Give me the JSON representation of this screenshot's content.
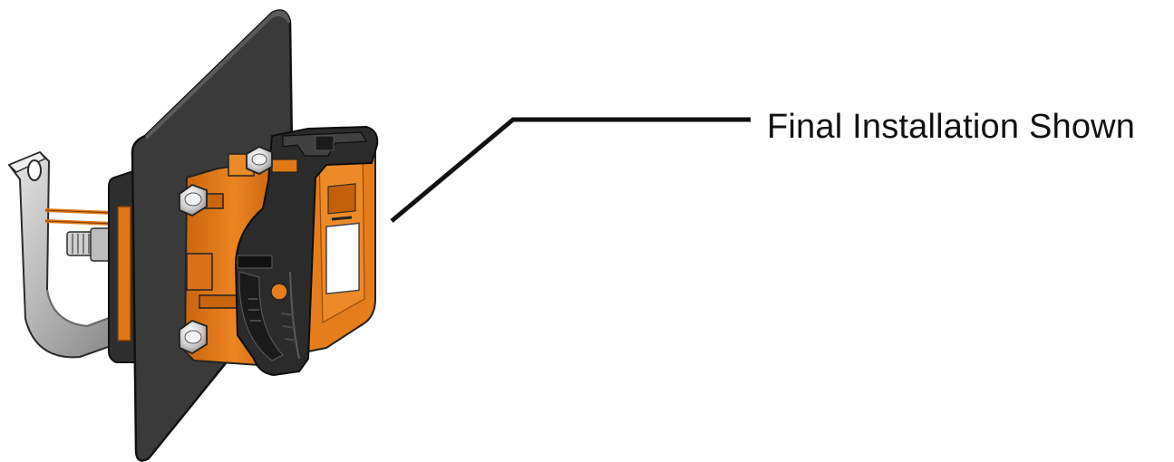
{
  "callout": {
    "label": "Final Installation Shown"
  },
  "colors": {
    "plate": "#3c3c3c",
    "plate_edge": "#1a1a1a",
    "connector_orange": "#e07818",
    "connector_orange_dark": "#b35a08",
    "cover_black": "#2a2a2a",
    "bracket_gray": "#b9b9b9",
    "bolt_silver": "#d8d8d8",
    "leader_line": "#111111"
  },
  "icons": [
    "mounting-plate",
    "trailer-connector",
    "hinged-cover",
    "mounting-bracket",
    "hex-bolt"
  ]
}
